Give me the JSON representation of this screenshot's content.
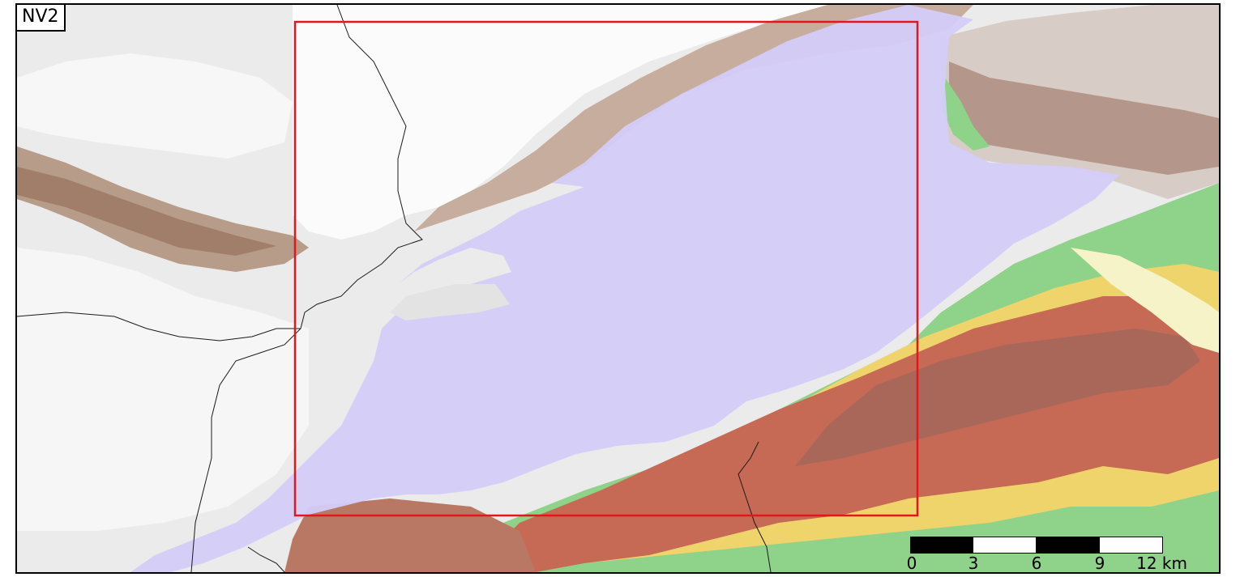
{
  "map": {
    "label": "NV2",
    "colors": {
      "lake": "#d4ccf8",
      "frame_box": "#e4161c",
      "border_line": "#1a1a1a"
    },
    "scale_bar": {
      "unit": "km",
      "ticks": [
        "0",
        "3",
        "6",
        "9",
        "12 km"
      ]
    }
  }
}
